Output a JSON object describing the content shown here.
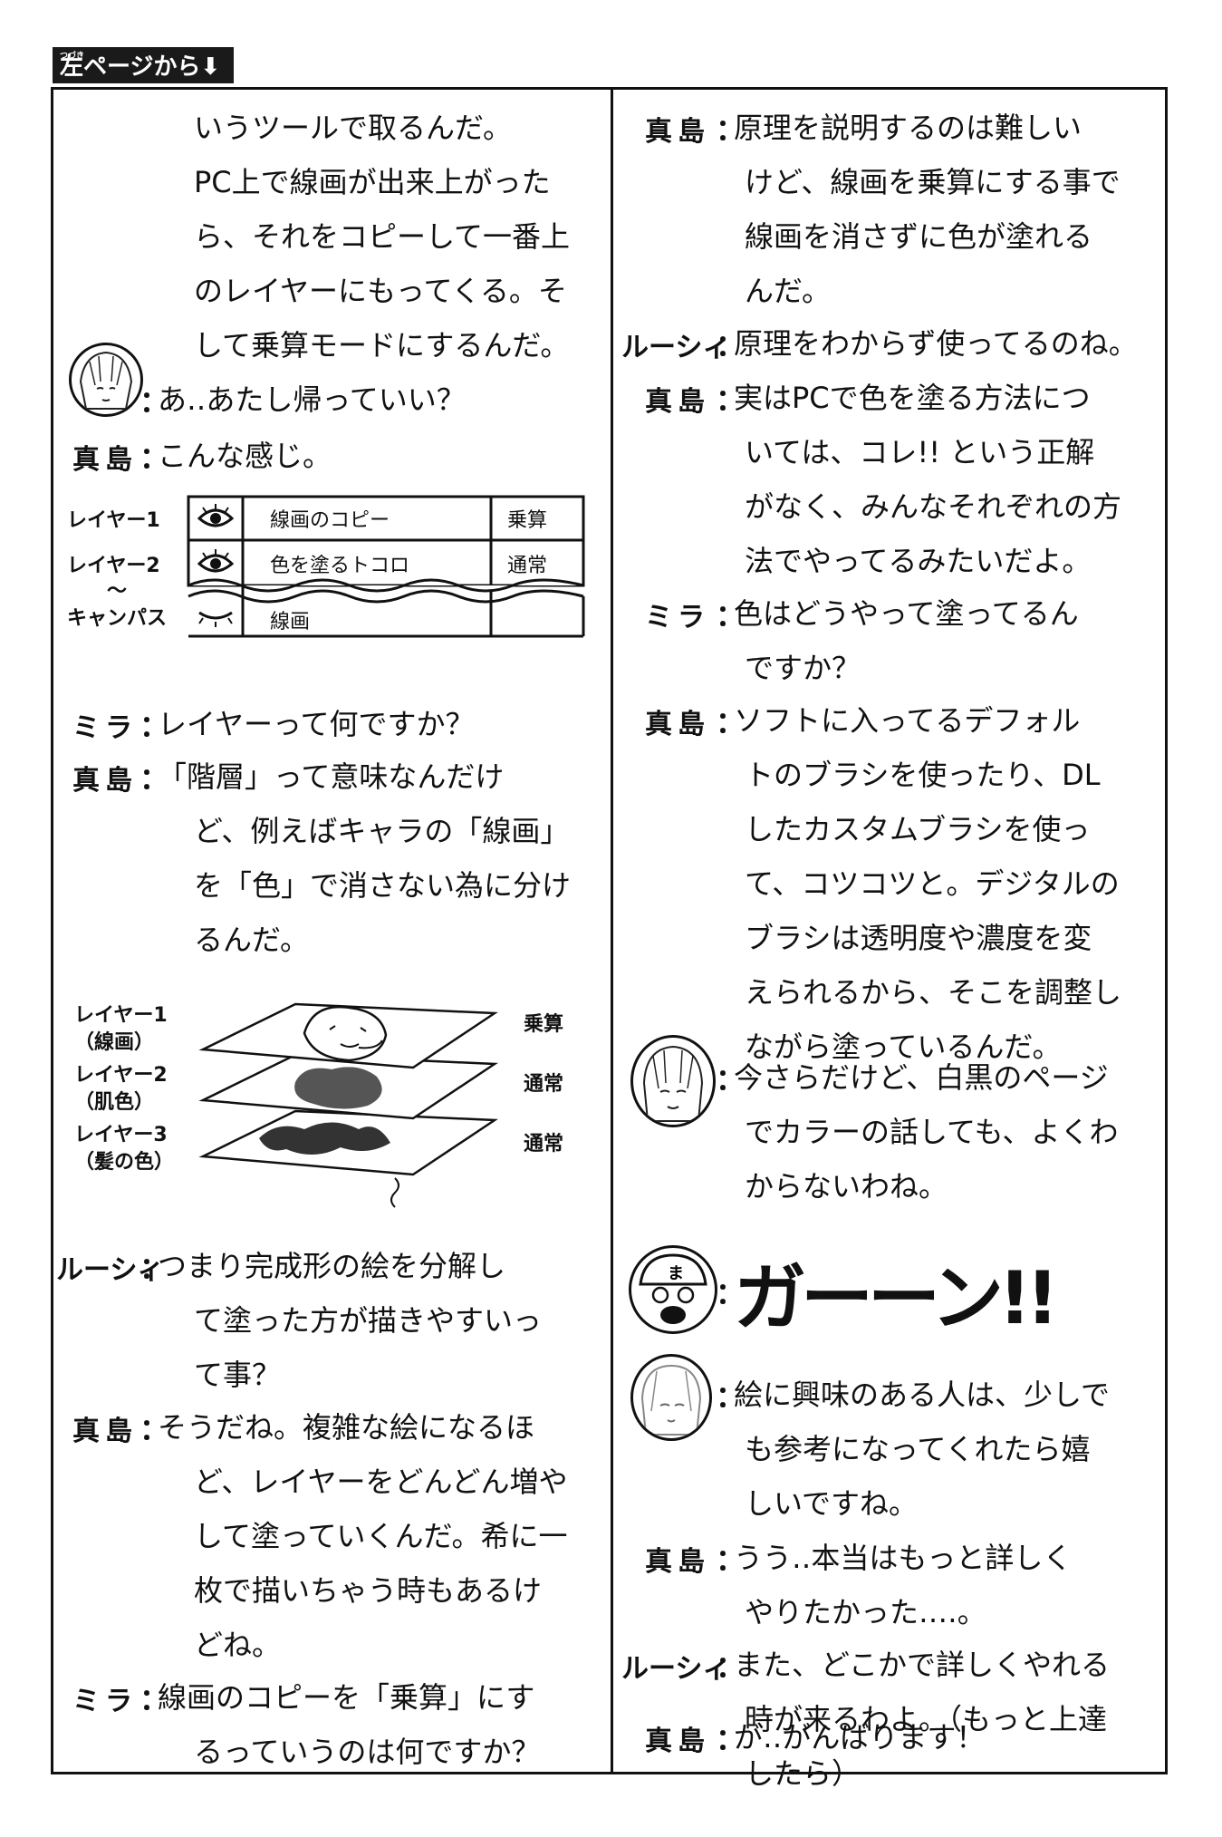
{
  "tag": {
    "ruby": "つづき",
    "label": "左ページから⬇"
  },
  "left_lines": [
    "いうツールで取るんだ。",
    "PC上で線画が出来上がった",
    "ら、それをコピーして一番上",
    "のレイヤーにもってくる。そ",
    "して乗算モードにするんだ。",
    "あ‥あたし帰っていい？",
    "こんな感じ。"
  ],
  "left_speaker_majima": "真島",
  "layer_table": {
    "labels": [
      "レイヤー1",
      "レイヤー2",
      "〜",
      "キャンパス"
    ],
    "rows": [
      {
        "name": "線画のコピー",
        "mode": "乗算"
      },
      {
        "name": "色を塗るトコロ",
        "mode": "通常"
      },
      {
        "name": "線画",
        "mode": ""
      }
    ]
  },
  "left_block2": [
    {
      "speaker": "ミラ",
      "lines": [
        "レイヤーって何ですか？"
      ]
    },
    {
      "speaker": "真島",
      "lines": [
        "「階層」って意味なんだけ",
        "ど、例えばキャラの「線画」",
        "を「色」で消さない為に分け",
        "るんだ。"
      ]
    }
  ],
  "layer_stack": {
    "layers": [
      {
        "label": "レイヤー1",
        "sub": "（線画）",
        "mode": "乗算"
      },
      {
        "label": "レイヤー2",
        "sub": "（肌色）",
        "mode": "通常"
      },
      {
        "label": "レイヤー3",
        "sub": "（髪の色）",
        "mode": "通常"
      }
    ]
  },
  "left_block3": [
    {
      "speaker": "ルーシィ",
      "lines": [
        "つまり完成形の絵を分解し",
        "て塗った方が描きやすいっ",
        "て事？"
      ]
    },
    {
      "speaker": "真島",
      "lines": [
        "そうだね。複雑な絵になるほ",
        "ど、レイヤーをどんどん増や",
        "して塗っていくんだ。希に一",
        "枚で描いちゃう時もあるけ",
        "どね。"
      ]
    },
    {
      "speaker": "ミラ",
      "lines": [
        "線画のコピーを「乗算」にす",
        "るっていうのは何ですか？"
      ]
    }
  ],
  "right_block1": [
    {
      "speaker": "真島",
      "lines": [
        "原理を説明するのは難しい",
        "けど、線画を乗算にする事で",
        "線画を消さずに色が塗れる",
        "んだ。"
      ]
    },
    {
      "speaker": "ルーシィ",
      "lines": [
        "原理をわからず使ってるのね。"
      ]
    },
    {
      "speaker": "真島",
      "lines": [
        "実はPCで色を塗る方法につ",
        "いては、コレ!! という正解",
        "がなく、みんなそれぞれの方",
        "法でやってるみたいだよ。"
      ]
    },
    {
      "speaker": "ミラ",
      "lines": [
        "色はどうやって塗ってるん",
        "ですか？"
      ]
    },
    {
      "speaker": "真島",
      "lines": [
        "ソフトに入ってるデフォル",
        "トのブラシを使ったり、DL",
        "したカスタムブラシを使っ",
        "て、コツコツと。デジタルの",
        "ブラシは透明度や濃度を変",
        "えられるから、そこを調整し",
        "ながら塗っているんだ。"
      ]
    }
  ],
  "right_lucy_face": [
    "今さらだけど、白黒のページ",
    "でカラーの話しても、よくわ",
    "からないわね。"
  ],
  "right_shout": "ガーーン!!",
  "right_mira_face": [
    "絵に興味のある人は、少しで",
    "も参考になってくれたら嬉",
    "しいですね。"
  ],
  "right_block2": [
    {
      "speaker": "真島",
      "lines": [
        "うう‥本当はもっと詳しく",
        "やりたかった‥‥。"
      ]
    },
    {
      "speaker": "ルーシィ",
      "lines": [
        "また、どこかで詳しくやれる",
        "時が来るわよ。（もっと上達",
        "したら）"
      ]
    },
    {
      "speaker": "真島",
      "lines": [
        "が‥がんばります！"
      ]
    }
  ],
  "colon": "："
}
